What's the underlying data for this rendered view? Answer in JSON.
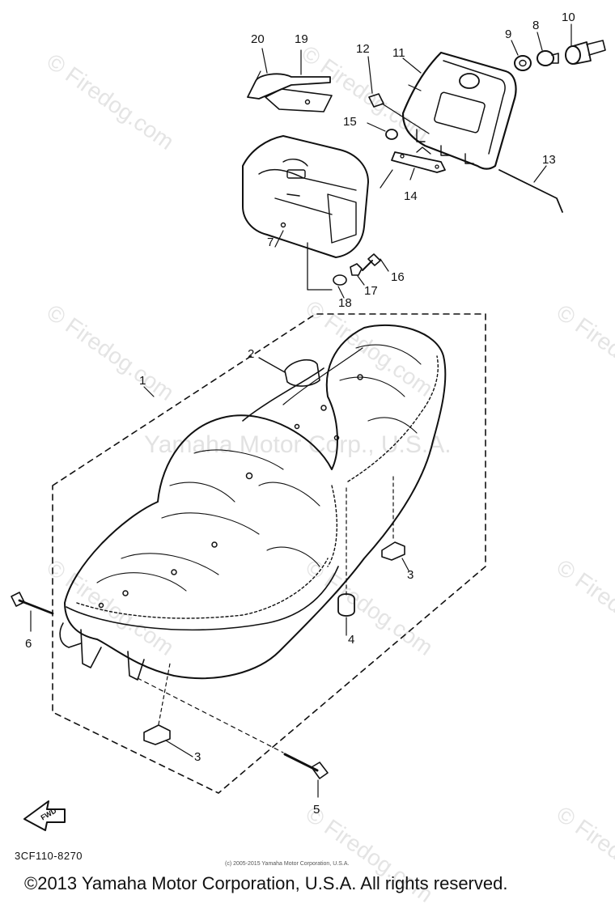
{
  "callouts": [
    "1",
    "2",
    "3",
    "3",
    "4",
    "5",
    "6",
    "7",
    "8",
    "9",
    "10",
    "11",
    "12",
    "13",
    "14",
    "15",
    "16",
    "17",
    "18",
    "19",
    "20"
  ],
  "watermark_text": "© Firedog.com",
  "center_watermark": "Yamaha Motor Corp., U.S.A.",
  "front_arrow_label": "FWD",
  "part_code": "3CF110-8270",
  "small_copyright": "(c) 2005-2015 Yamaha Motor Corporation, U.S.A.",
  "footer_copyright": "©2013 Yamaha Motor Corporation, U.S.A. All rights reserved.",
  "colors": {
    "line": "#111111",
    "watermark": "#e4e4e4"
  }
}
